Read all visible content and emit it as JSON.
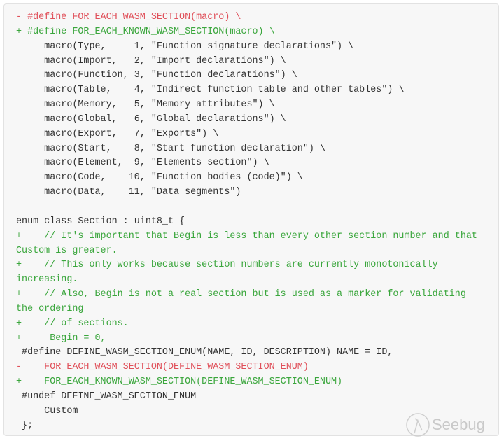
{
  "code_lines": [
    {
      "type": "del",
      "text": "- #define FOR_EACH_WASM_SECTION(macro) \\"
    },
    {
      "type": "add",
      "text": "+ #define FOR_EACH_KNOWN_WASM_SECTION(macro) \\"
    },
    {
      "type": "ctx",
      "text": "     macro(Type,     1, \"Function signature declarations\") \\"
    },
    {
      "type": "ctx",
      "text": "     macro(Import,   2, \"Import declarations\") \\"
    },
    {
      "type": "ctx",
      "text": "     macro(Function, 3, \"Function declarations\") \\"
    },
    {
      "type": "ctx",
      "text": "     macro(Table,    4, \"Indirect function table and other tables\") \\"
    },
    {
      "type": "ctx",
      "text": "     macro(Memory,   5, \"Memory attributes\") \\"
    },
    {
      "type": "ctx",
      "text": "     macro(Global,   6, \"Global declarations\") \\"
    },
    {
      "type": "ctx",
      "text": "     macro(Export,   7, \"Exports\") \\"
    },
    {
      "type": "ctx",
      "text": "     macro(Start,    8, \"Start function declaration\") \\"
    },
    {
      "type": "ctx",
      "text": "     macro(Element,  9, \"Elements section\") \\"
    },
    {
      "type": "ctx",
      "text": "     macro(Code,    10, \"Function bodies (code)\") \\"
    },
    {
      "type": "ctx",
      "text": "     macro(Data,    11, \"Data segments\")"
    },
    {
      "type": "ctx",
      "text": ""
    },
    {
      "type": "ctx",
      "text": "enum class Section : uint8_t {"
    },
    {
      "type": "add",
      "text": "+    // It's important that Begin is less than every other section number and that"
    },
    {
      "type": "add",
      "text": "Custom is greater."
    },
    {
      "type": "add",
      "text": "+    // This only works because section numbers are currently monotonically"
    },
    {
      "type": "add",
      "text": "increasing."
    },
    {
      "type": "add",
      "text": "+    // Also, Begin is not a real section but is used as a marker for validating"
    },
    {
      "type": "add",
      "text": "the ordering"
    },
    {
      "type": "add",
      "text": "+    // of sections."
    },
    {
      "type": "add",
      "text": "+     Begin = 0,"
    },
    {
      "type": "ctx",
      "text": " #define DEFINE_WASM_SECTION_ENUM(NAME, ID, DESCRIPTION) NAME = ID,"
    },
    {
      "type": "del",
      "text": "-    FOR_EACH_WASM_SECTION(DEFINE_WASM_SECTION_ENUM)"
    },
    {
      "type": "add",
      "text": "+    FOR_EACH_KNOWN_WASM_SECTION(DEFINE_WASM_SECTION_ENUM)"
    },
    {
      "type": "ctx",
      "text": " #undef DEFINE_WASM_SECTION_ENUM"
    },
    {
      "type": "ctx",
      "text": "     Custom"
    },
    {
      "type": "ctx",
      "text": " };"
    }
  ],
  "watermark": {
    "text": "Seebug",
    "icon": "seebug-logo-icon"
  },
  "colors": {
    "deleted": "#e0505a",
    "added": "#3aa63c",
    "context": "#333333",
    "background": "#f7f7f7"
  }
}
